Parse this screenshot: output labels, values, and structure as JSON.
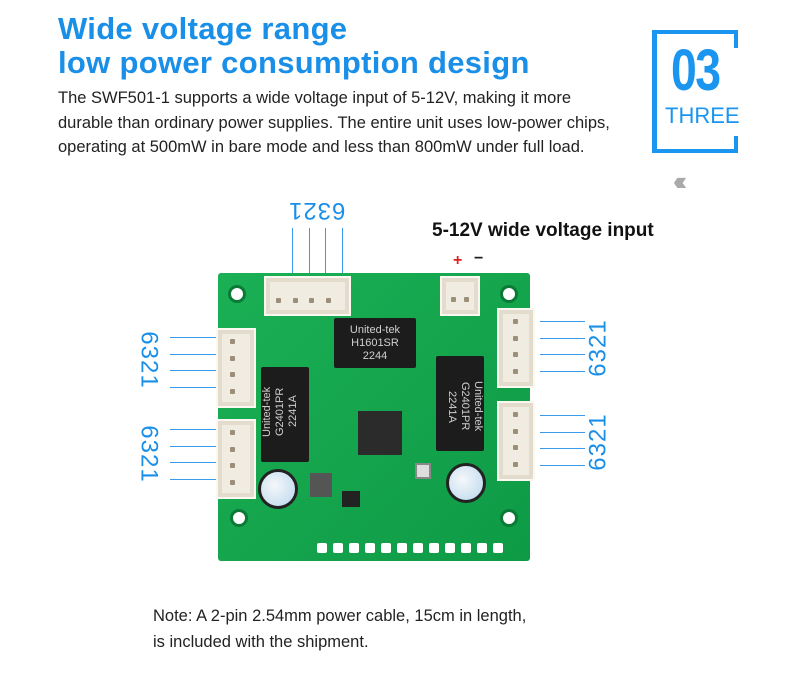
{
  "header": {
    "title_line1": "Wide voltage range",
    "title_line2": "low power consumption design",
    "description": "The SWF501-1 supports a wide voltage input of 5-12V, making it more durable than ordinary power supplies. The entire unit uses low-power chips, operating at 500mW in bare mode and less than 800mW under full load."
  },
  "badge": {
    "number": "03",
    "word": "THREE",
    "chevrons": "‹‹‹"
  },
  "diagram": {
    "voltage_label": "5-12V wide voltage input",
    "plus": "+",
    "minus": "−",
    "pin_labels": {
      "top": "6321",
      "left_upper": "6321",
      "left_lower": "6321",
      "right_upper": "6321",
      "right_lower": "6321"
    },
    "chips": {
      "center_top": {
        "brand": "United-tek",
        "model": "H1601SR",
        "code": "2244"
      },
      "left": {
        "brand": "United-tek",
        "model": "G2401PR",
        "code": "2241A"
      },
      "right": {
        "brand": "United-tek",
        "model": "G2401PR",
        "code": "2241A"
      }
    }
  },
  "note": {
    "line1": "Note: A 2-pin 2.54mm power cable, 15cm in length,",
    "line2": "is included with the shipment."
  },
  "colors": {
    "accent": "#1a8fe8",
    "pcb": "#16a34a"
  }
}
